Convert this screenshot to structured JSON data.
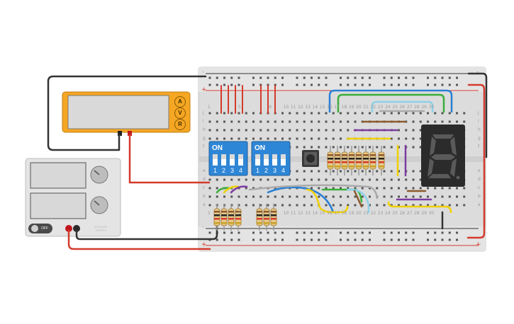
{
  "multimeter": {
    "modes": [
      "A",
      "V",
      "R"
    ],
    "display": ""
  },
  "power_supply": {
    "off_label": "OFF",
    "brand_label_line1": "VOLTAGE",
    "brand_label_line2": "SUPPLY"
  },
  "dip_switches": [
    {
      "on_label": "ON",
      "positions": [
        "1",
        "2",
        "3",
        "4"
      ]
    },
    {
      "on_label": "ON",
      "positions": [
        "1",
        "2",
        "3",
        "4"
      ]
    }
  ],
  "breadboard": {
    "column_numbers": [
      "1",
      "5",
      "9",
      "10",
      "11",
      "12",
      "13",
      "14",
      "15",
      "16",
      "17",
      "18",
      "19",
      "20",
      "21",
      "22",
      "23",
      "24",
      "25",
      "26",
      "27",
      "28",
      "29",
      "30"
    ],
    "row_letters_top": [
      "j",
      "i",
      "h",
      "g",
      "f"
    ],
    "row_letters_bottom": [
      "e",
      "d",
      "c",
      "b",
      "a"
    ],
    "rail_plus": "+",
    "rail_minus": "-"
  },
  "seven_segment": {
    "digit": "8"
  },
  "colors": {
    "breadboard": "#dcdcdc",
    "rail_red": "#d33b2c",
    "rail_black": "#333333",
    "dip_blue": "#2e86d6",
    "multimeter_orange": "#f5a623",
    "supply_body": "#e4e4e4",
    "segment_body": "#2b2b2b"
  }
}
